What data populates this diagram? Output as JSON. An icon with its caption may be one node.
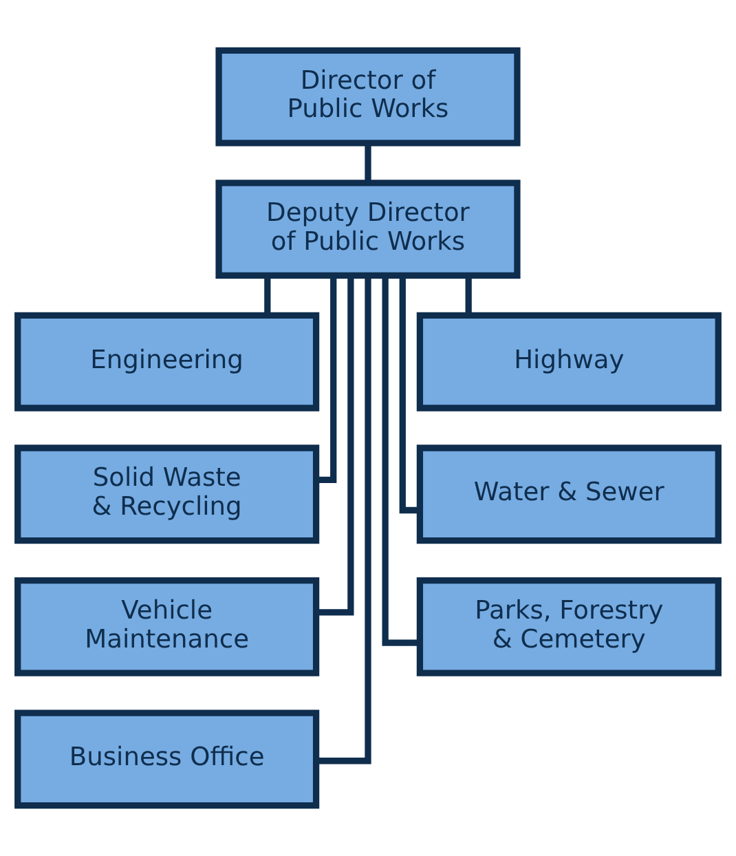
{
  "diagram": {
    "nodes": [
      {
        "text": [
          "Director of Public Works"
        ]
      },
      {
        "text": [
          "Deputy Director of Public Works"
        ]
      },
      {
        "text": [
          "Engineering"
        ]
      },
      {
        "text": [
          "Highway"
        ]
      },
      {
        "text": [
          "Solid Waste & Recycling"
        ]
      },
      {
        "text": [
          "Water & Sewer"
        ]
      },
      {
        "text": [
          "Vehicle Maintenance"
        ]
      },
      {
        "text": [
          "Parks, Forestry & Cemetery"
        ]
      },
      {
        "text": [
          "Business Office"
        ]
      }
    ],
    "edges": [
      {
        "from": 0,
        "to": 1,
        "arrow": "none"
      },
      {
        "from": 1,
        "to": 2,
        "arrow": "none"
      },
      {
        "from": 1,
        "to": 3,
        "arrow": "none"
      },
      {
        "from": 1,
        "to": 4,
        "arrow": "none"
      },
      {
        "from": 1,
        "to": 5,
        "arrow": "none"
      },
      {
        "from": 1,
        "to": 6,
        "arrow": "none"
      },
      {
        "from": 1,
        "to": 7,
        "arrow": "none"
      },
      {
        "from": 1,
        "to": 8,
        "arrow": "none"
      }
    ]
  }
}
